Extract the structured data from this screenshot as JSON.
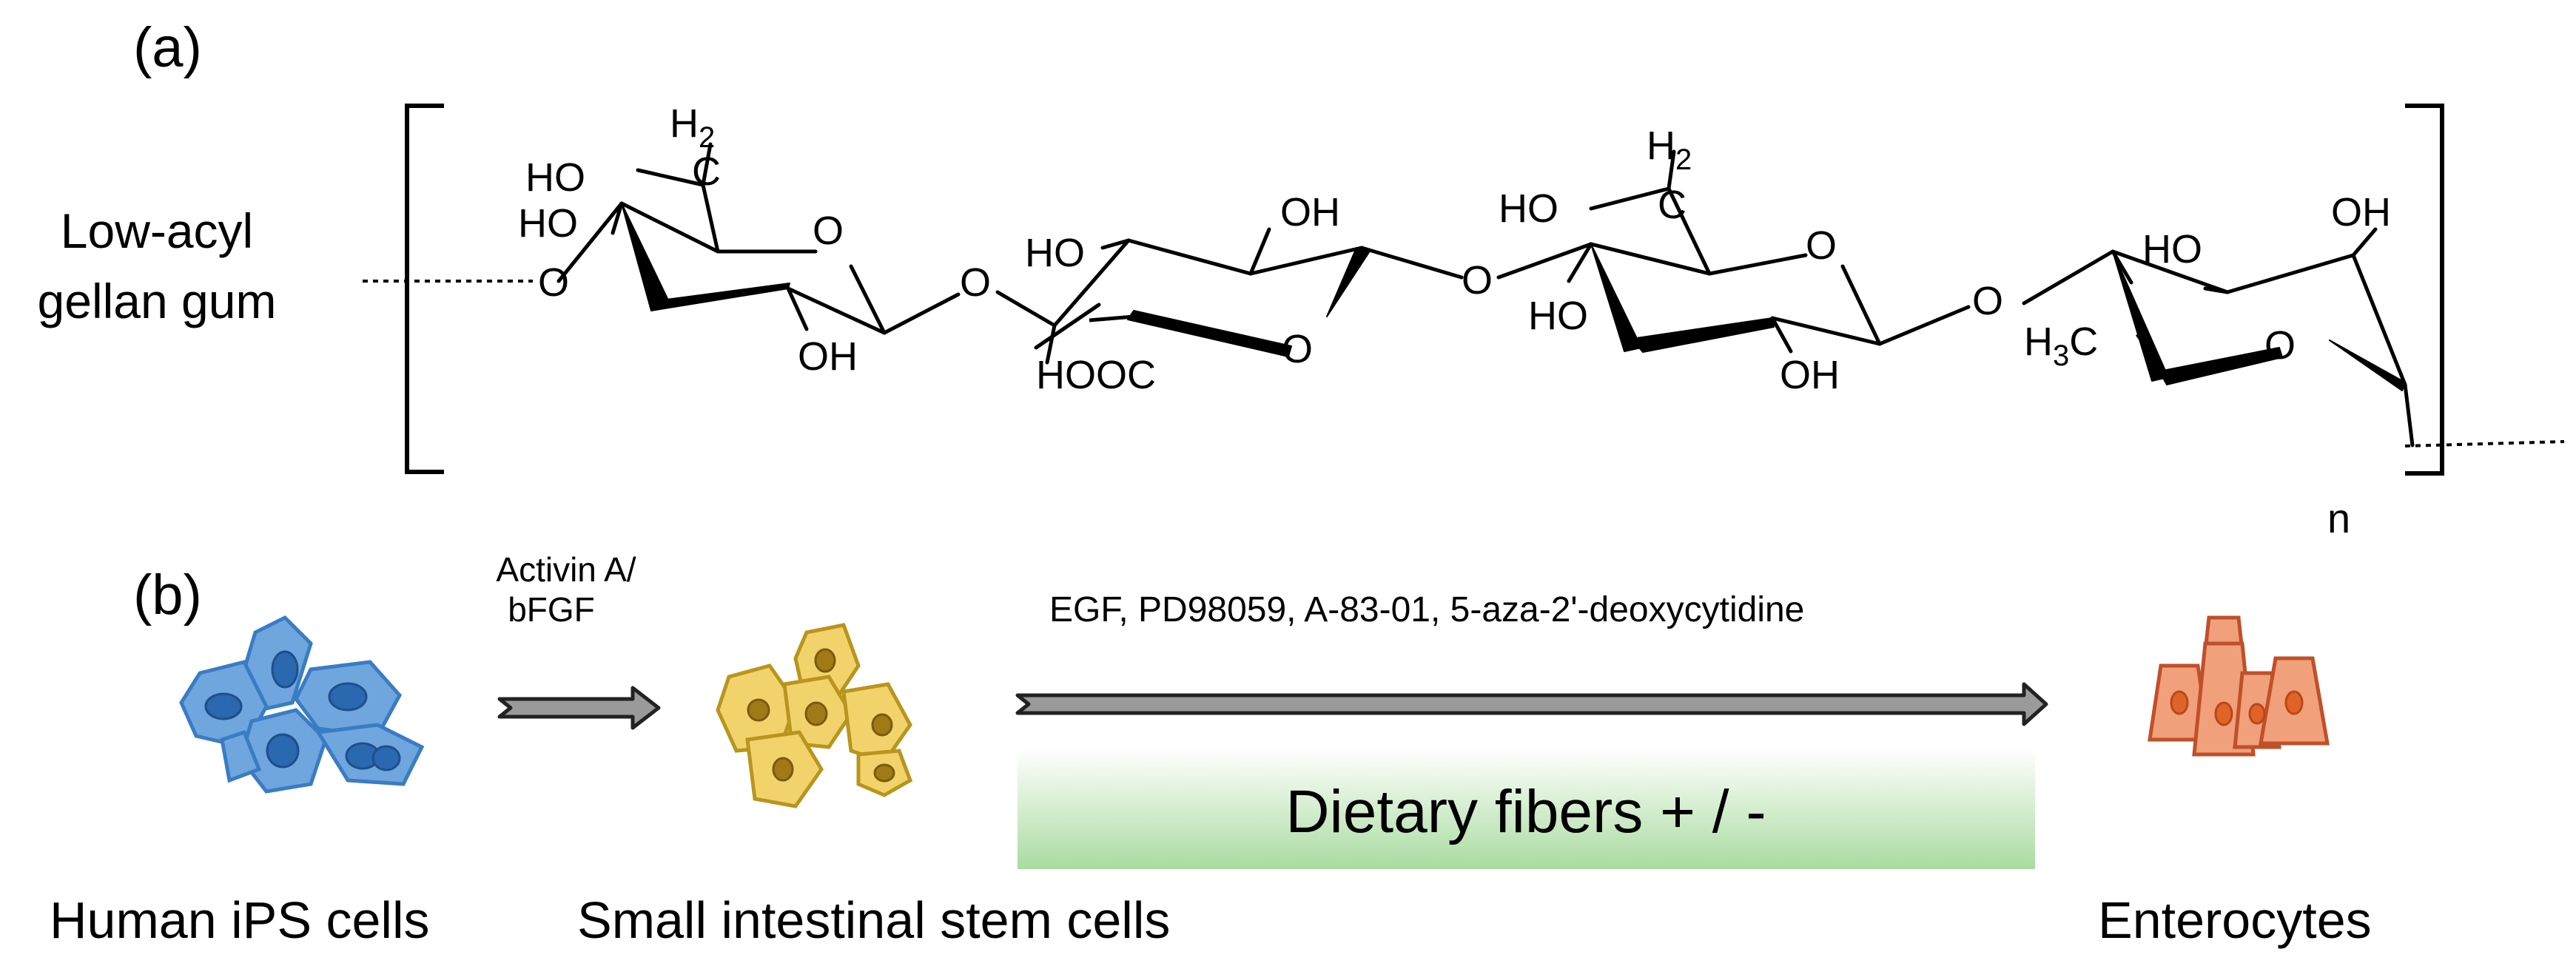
{
  "panel_a": {
    "label": "(a)",
    "compound_line1": "Low-acyl",
    "compound_line2": "gellan gum",
    "repeat_n": "n",
    "atoms": {
      "h2_a": "H",
      "h2_a_sub": "2",
      "ho_ch2_a": "HO",
      "ho_a": "HO",
      "o_link0": "O",
      "o_ring_a": "O",
      "oh_a": "OH",
      "o_link1": "O",
      "ho_b": "HO",
      "oh_b": "OH",
      "o_ring_b": "O",
      "hooc_b": "HOOC",
      "o_link2": "O",
      "h2_c": "H",
      "h2_c_sub": "2",
      "ho_ch2_c": "HO",
      "o_ring_c": "O",
      "ho_c": "HO",
      "oh_c": "OH",
      "o_link3": "O",
      "ho_d": "HO",
      "oh_d": "OH",
      "h3c_d_h": "H",
      "h3c_d_sub": "3",
      "h3c_d_c": "C",
      "o_ring_d": "O",
      "c_a": "C",
      "c_c": "C"
    }
  },
  "panel_b": {
    "label": "(b)",
    "arrow1_line1": "Activin A/",
    "arrow1_line2": "bFGF",
    "arrow2_label": "EGF, PD98059,  A-83-01,  5-aza-2'-deoxycytidine",
    "fiber_box_label": "Dietary fibers + / -",
    "cells": [
      {
        "label": "Human iPS cells",
        "color": "#3a7cc4",
        "fill": "#6fa6dd",
        "nucleus": "#2a68b0"
      },
      {
        "label": "Small  intestinal stem cells",
        "color": "#b8951e",
        "fill": "#f2d36b",
        "nucleus": "#8a6a12"
      },
      {
        "label": "Enterocytes",
        "color": "#c0502a",
        "fill": "#f0a07a",
        "nucleus": "#d8602a"
      }
    ],
    "colors": {
      "arrow_fill": "#9a9a9a",
      "arrow_stroke": "#222222",
      "fiber_box_top": "#ffffff",
      "fiber_box_bottom": "#a9dba0"
    }
  }
}
